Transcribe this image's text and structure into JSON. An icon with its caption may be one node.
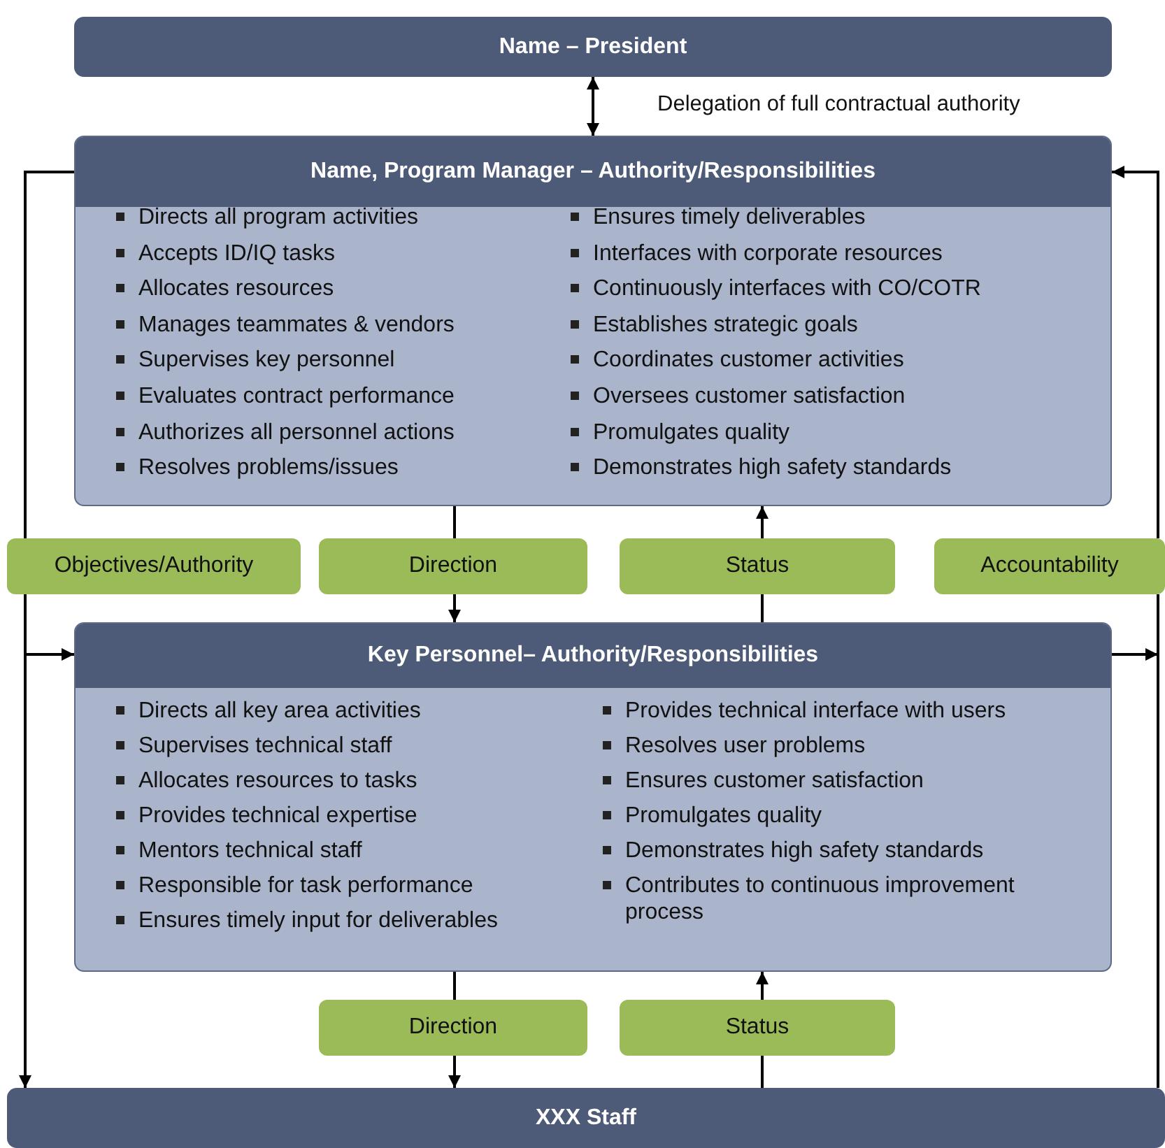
{
  "diagram": {
    "nodes": [
      {
        "text": [
          "Name – President"
        ]
      },
      {
        "text": [
          "Name, Program Manager – Authority/Responsibilities",
          "Directs all program activities",
          "Accepts ID/IQ tasks",
          "Allocates resources",
          "Manages teammates & vendors",
          "Supervises key personnel",
          "Evaluates contract performance",
          "Authorizes all personnel actions",
          "Resolves problems/issues",
          "Ensures timely deliverables",
          "Interfaces with corporate resources",
          "Continuously interfaces with CO/COTR",
          "Establishes strategic goals",
          "Coordinates customer activities",
          "Oversees customer satisfaction",
          "Promulgates quality",
          "Demonstrates high safety standards"
        ]
      },
      {
        "text": [
          "Objectives/Authority"
        ]
      },
      {
        "text": [
          "Direction"
        ]
      },
      {
        "text": [
          "Status"
        ]
      },
      {
        "text": [
          "Accountability"
        ]
      },
      {
        "text": [
          "Key Personnel– Authority/Responsibilities",
          "Directs all key area activities",
          "Supervises technical staff",
          "Allocates resources to tasks",
          "Provides technical expertise",
          "Mentors technical staff",
          "Responsible for task performance",
          "Ensures timely input for deliverables",
          "Provides technical interface with users",
          "Resolves user problems",
          "Ensures customer satisfaction",
          "Promulgates quality",
          "Demonstrates high safety standards",
          "Contributes to continuous improvement process"
        ]
      },
      {
        "text": [
          "Direction"
        ]
      },
      {
        "text": [
          "Status"
        ]
      },
      {
        "text": [
          "XXX Staff"
        ]
      }
    ],
    "edges": [
      {
        "from": 0,
        "to": 1,
        "arrow": "both",
        "label": "Delegation of full contractual authority"
      },
      {
        "from": 1,
        "to": 2,
        "arrow": "none"
      },
      {
        "from": 2,
        "to": 6,
        "arrow": "to"
      },
      {
        "from": 2,
        "to": 9,
        "arrow": "to"
      },
      {
        "from": 1,
        "to": 3,
        "arrow": "none"
      },
      {
        "from": 3,
        "to": 6,
        "arrow": "to"
      },
      {
        "from": 6,
        "to": 4,
        "arrow": "none"
      },
      {
        "from": 4,
        "to": 1,
        "arrow": "to"
      },
      {
        "from": 9,
        "to": 5,
        "arrow": "none"
      },
      {
        "from": 6,
        "to": null,
        "arrow": "to"
      },
      {
        "from": 5,
        "to": 1,
        "arrow": "to"
      },
      {
        "from": 6,
        "to": 7,
        "arrow": "none"
      },
      {
        "from": 7,
        "to": 9,
        "arrow": "to"
      },
      {
        "from": 9,
        "to": 8,
        "arrow": "none"
      },
      {
        "from": 8,
        "to": 6,
        "arrow": "to"
      }
    ]
  }
}
